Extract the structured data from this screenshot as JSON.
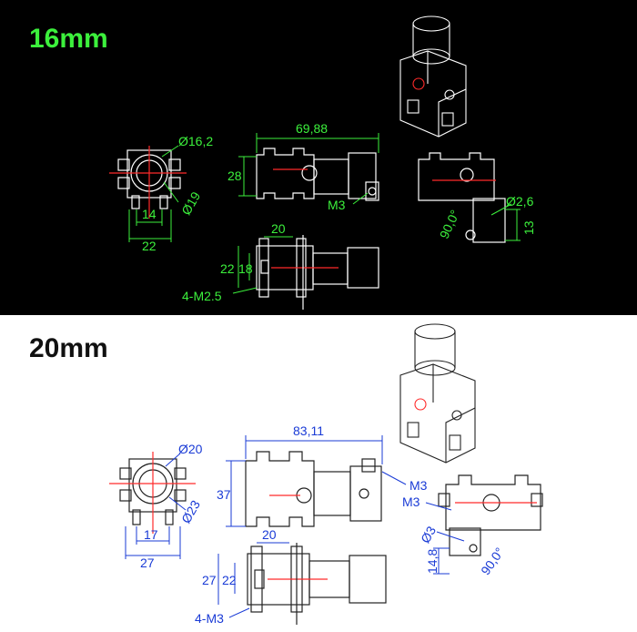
{
  "top": {
    "title": "16mm",
    "dims": {
      "dia_outer": "Ø16,2",
      "dia_inner": "Ø19",
      "w14": "14",
      "w22": "22",
      "len": "69,88",
      "h28": "28",
      "m3": "M3",
      "dia_hole": "Ø2,6",
      "ang": "90,0°",
      "h13": "13",
      "w20": "20",
      "h22": "22",
      "h18": "18",
      "holes": "4-M2.5"
    },
    "colors": {
      "background": "#000000",
      "line": "#ffffff",
      "dimension": "#3cf03c",
      "accent": "#ff2a2a"
    }
  },
  "bottom": {
    "title": "20mm",
    "dims": {
      "dia_outer": "Ø20",
      "dia_inner": "Ø23",
      "w17": "17",
      "w27": "27",
      "len": "83,11",
      "h37": "37",
      "m3_a": "M3",
      "m3_b": "M3",
      "dia_hole": "Ø3",
      "h148": "14,8",
      "ang": "90,0°",
      "w20": "20",
      "h27": "27",
      "h22": "22",
      "holes": "4-M3"
    },
    "colors": {
      "background": "#ffffff",
      "line": "#222222",
      "dimension": "#1a3bd6",
      "accent": "#ff2a2a"
    }
  }
}
